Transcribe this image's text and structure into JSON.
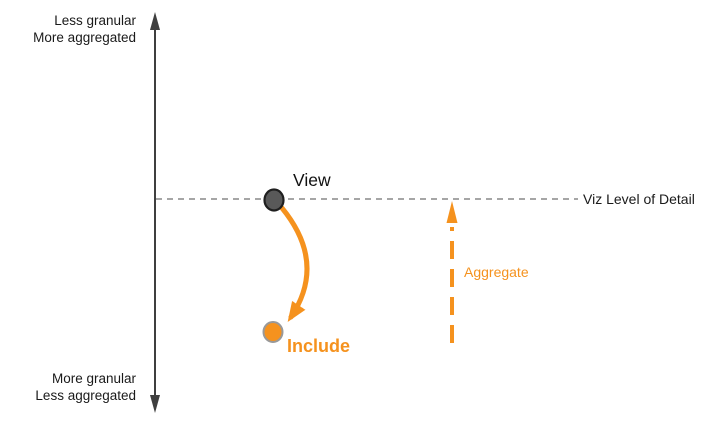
{
  "diagram": {
    "axis": {
      "top_label_line1": "Less granular",
      "top_label_line2": "More aggregated",
      "bottom_label_line1": "More granular",
      "bottom_label_line2": "Less aggregated"
    },
    "lod_line": {
      "label": "Viz Level of Detail"
    },
    "nodes": {
      "view": {
        "label": "View"
      },
      "include": {
        "label": "Include"
      }
    },
    "actions": {
      "aggregate": {
        "label": "Aggregate"
      }
    },
    "colors": {
      "orange": "#f5921e",
      "view_node_fill": "#595959",
      "view_node_stroke": "#1f1f1f",
      "include_node_stroke": "#999999",
      "axis_arrow": "#3f3f3f",
      "lod_dashed_gray": "#999999",
      "text_dark": "#1a1a1a",
      "background": "#ffffff"
    }
  }
}
